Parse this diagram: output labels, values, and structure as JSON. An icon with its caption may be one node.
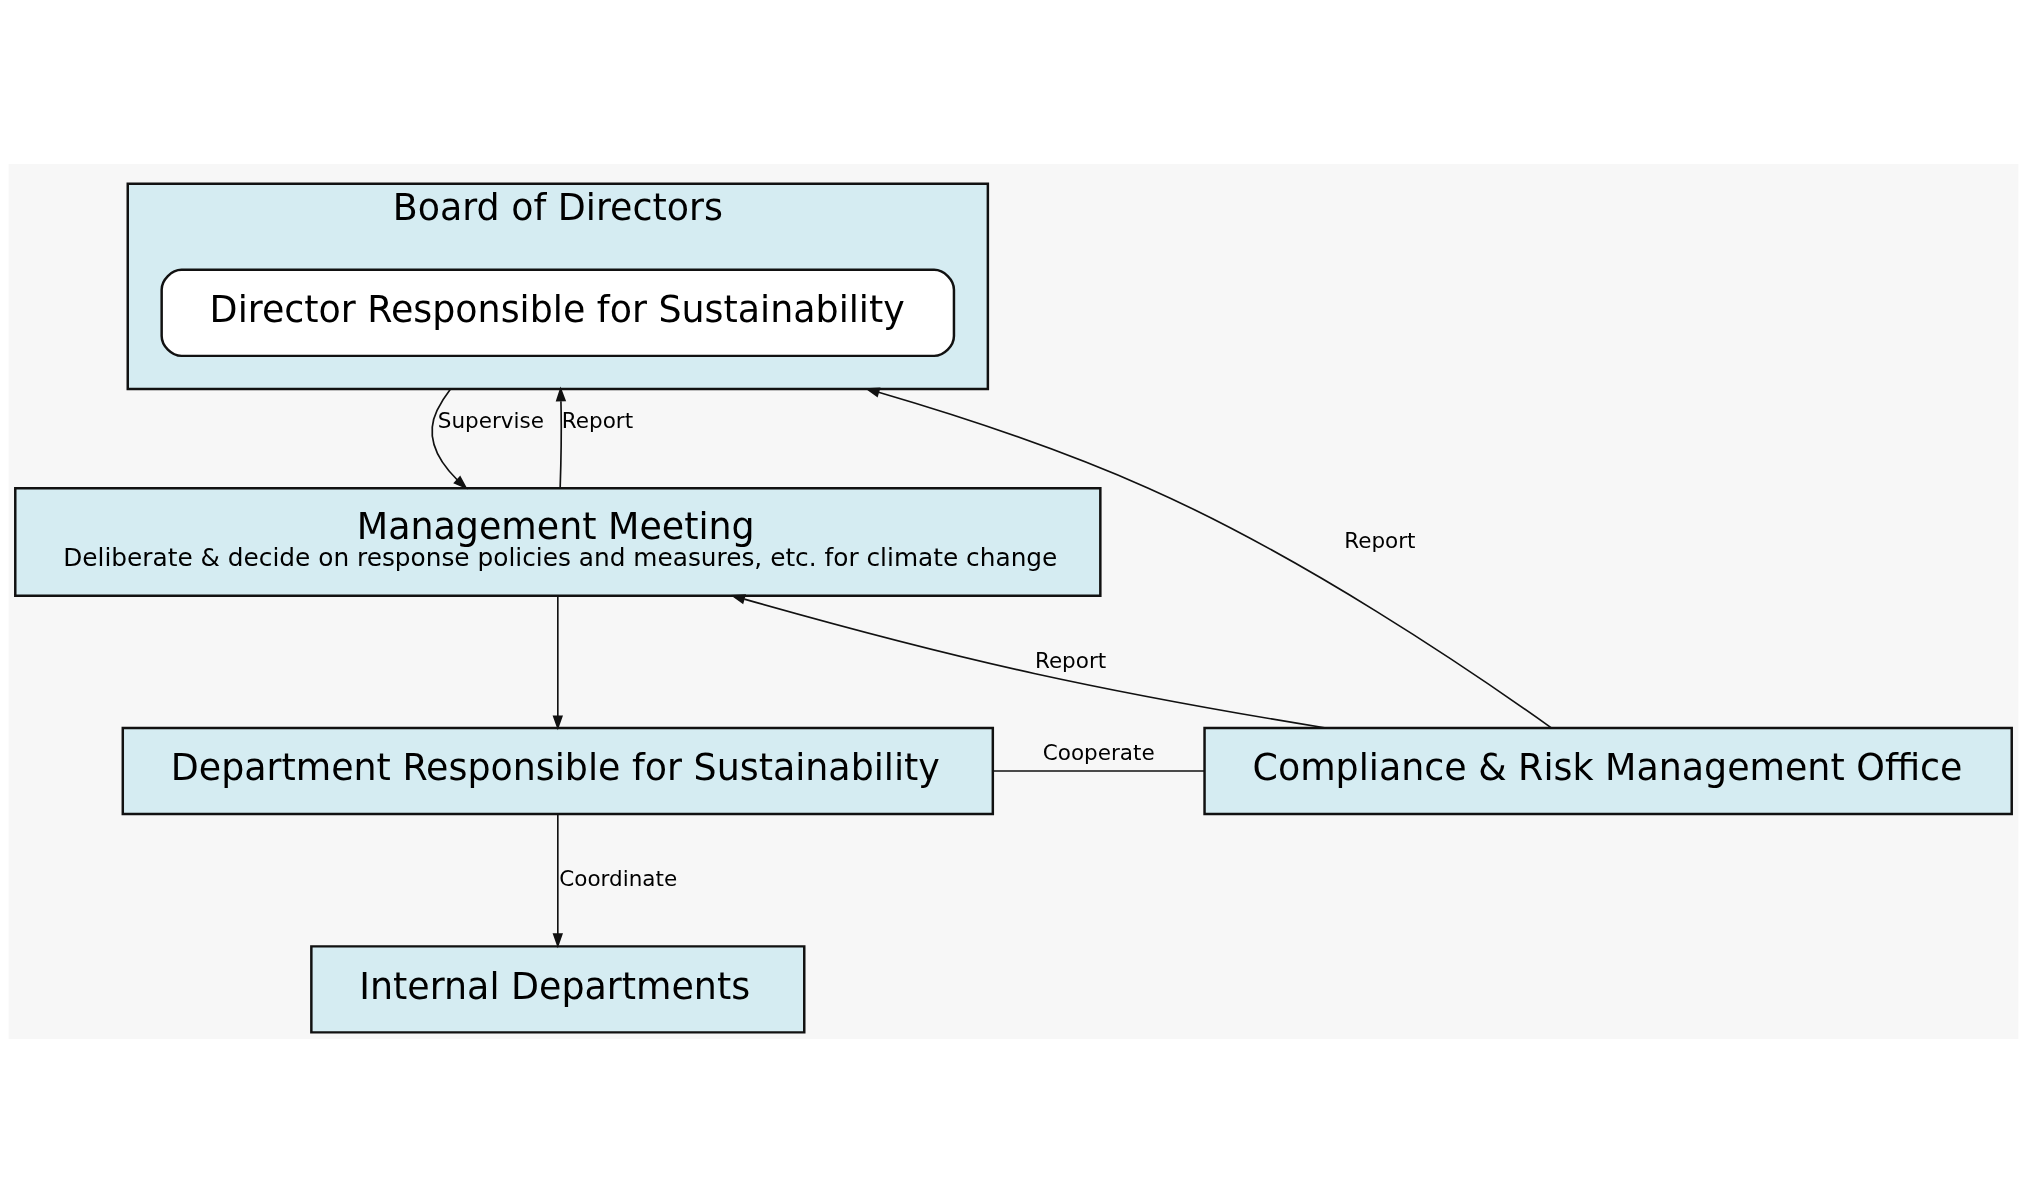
{
  "diagram": {
    "nodes": [
      {
        "text": [
          "Board of Directors"
        ]
      },
      {
        "text": [
          "Director Responsible for Sustainability"
        ],
        "in": 0
      },
      {
        "text": [
          "Management Meeting",
          "Deliberate & decide on response policies and measures, etc. for climate change"
        ]
      },
      {
        "text": [
          "Department Responsible for Sustainability"
        ]
      },
      {
        "text": [
          "Compliance & Risk Management Office"
        ]
      },
      {
        "text": [
          "Internal Departments"
        ]
      }
    ],
    "edges": [
      {
        "from": 0,
        "to": 2,
        "arrow": "to",
        "label": "Supervise"
      },
      {
        "from": 2,
        "to": 0,
        "arrow": "to",
        "label": "Report"
      },
      {
        "from": 4,
        "to": 0,
        "arrow": "to",
        "label": "Report"
      },
      {
        "from": 4,
        "to": 2,
        "arrow": "to",
        "label": "Report"
      },
      {
        "from": 2,
        "to": 3,
        "arrow": "to"
      },
      {
        "from": 3,
        "to": 4,
        "arrow": "none",
        "label": "Cooperate"
      },
      {
        "from": 3,
        "to": 5,
        "arrow": "to",
        "label": "Coordinate"
      }
    ]
  }
}
